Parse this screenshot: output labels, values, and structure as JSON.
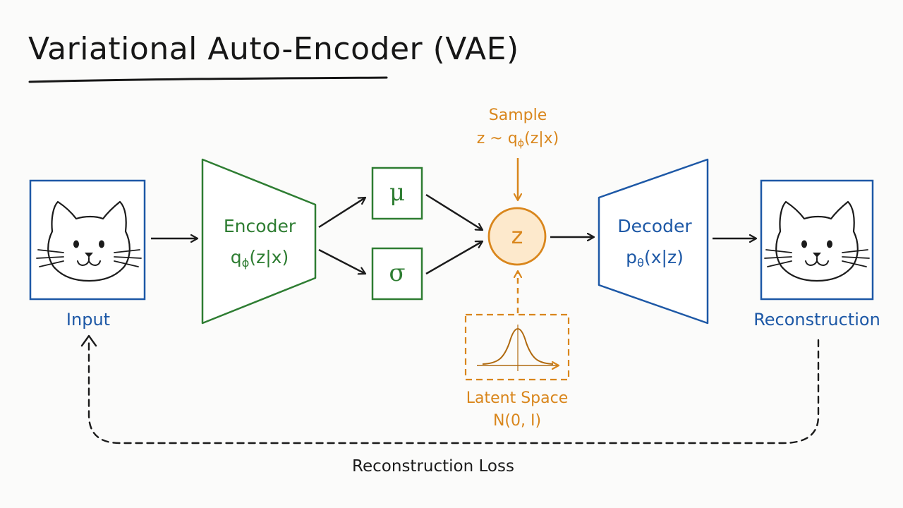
{
  "title": "Variational Auto-Encoder (VAE)",
  "input": {
    "label": "Input"
  },
  "encoder": {
    "label": "Encoder",
    "formula_main": "q",
    "formula_sub": "ϕ",
    "formula_rest": "(z|x)"
  },
  "mu": {
    "symbol": "μ"
  },
  "sigma": {
    "symbol": "σ"
  },
  "z": {
    "symbol": "z"
  },
  "sample": {
    "label": "Sample",
    "formula_prefix": "z ~ q",
    "formula_sub": "ϕ",
    "formula_rest": "(z|x)"
  },
  "latent": {
    "label": "Latent Space",
    "formula": "N(0, I)"
  },
  "decoder": {
    "label": "Decoder",
    "formula_main": "p",
    "formula_sub": "θ",
    "formula_rest": "(x|z)"
  },
  "reconstruction": {
    "label": "Reconstruction"
  },
  "loss": {
    "label": "Reconstruction Loss"
  },
  "colors": {
    "input_output": "#1d58a6",
    "encoder": "#2e7d32",
    "latent": "#d9861c",
    "z_fill": "#fde9cc",
    "ink": "#1b1b1b"
  }
}
